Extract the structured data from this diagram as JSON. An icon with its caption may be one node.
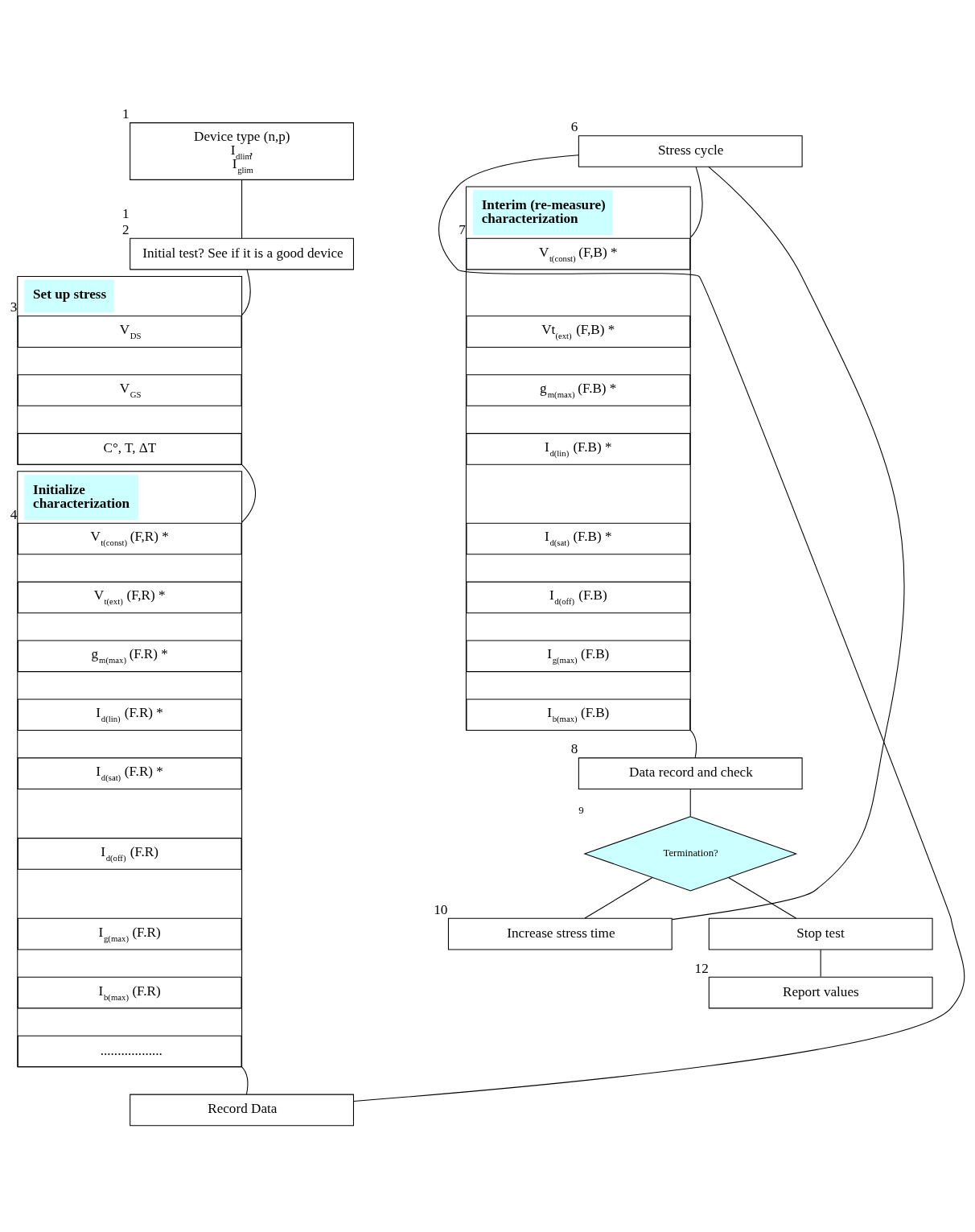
{
  "diagram": {
    "nodes": [
      {
        "text": [
          "Device type (n,p)",
          "I$_{dlim}$,",
          "I$_{glim}$"
        ],
        "beside": [
          "1"
        ]
      },
      {
        "text": [
          "Initial test? See if it is a good device"
        ],
        "beside": [
          "1",
          "2"
        ]
      },
      {
        "text": [
          "Set up stress"
        ],
        "beside": [
          "3"
        ]
      },
      {
        "text": [
          "V$_{DS}$"
        ],
        "in": 2
      },
      {
        "text": [
          "V$_{GS}$"
        ],
        "in": 2
      },
      {
        "text": [
          "C°, T, ΔT"
        ],
        "in": 2
      },
      {
        "text": [
          "Initialize characterization"
        ],
        "beside": [
          "4"
        ]
      },
      {
        "text": [
          "V$_{t(const)}$ (F,R) *"
        ],
        "in": 6
      },
      {
        "text": [
          "V$_{t(ext)}$ (F,R) *"
        ],
        "in": 6
      },
      {
        "text": [
          "g$_{m(max)}$ (F.R) *"
        ],
        "in": 6
      },
      {
        "text": [
          "I$_{d(lin)}$ (F.R) *"
        ],
        "in": 6
      },
      {
        "text": [
          "I$_{d(sat)}$ (F.R) *"
        ],
        "in": 6
      },
      {
        "text": [
          "I$_{d(off)}$ (F.R)"
        ],
        "in": 6
      },
      {
        "text": [
          "I$_{g(max)}$ (F.R)"
        ],
        "in": 6
      },
      {
        "text": [
          "I$_{b(max)}$ (F.R)"
        ],
        "in": 6
      },
      {
        "text": [
          ".................."
        ],
        "in": 6
      },
      {
        "text": [
          "Record Data"
        ]
      },
      {
        "text": [
          "Stress cycle"
        ],
        "beside": [
          "6"
        ]
      },
      {
        "text": [
          "Interim (re-measure) characterization"
        ],
        "beside": [
          "7"
        ]
      },
      {
        "text": [
          "V$_{t(const)}$ (F,B) *"
        ],
        "in": 18
      },
      {
        "text": [
          "Vt$_{(ext)}$ (F,B) *"
        ],
        "in": 18
      },
      {
        "text": [
          "g$_{m(max)}$ (F.B) *"
        ],
        "in": 18
      },
      {
        "text": [
          "I$_{d(lin)}$ (F.B) *"
        ],
        "in": 18
      },
      {
        "text": [
          "I$_{d(sat)}$ (F.B) *"
        ],
        "in": 18
      },
      {
        "text": [
          "I$_{d(off)}$ (F.B)"
        ],
        "in": 18
      },
      {
        "text": [
          "I$_{g(max)}$ (F.B)"
        ],
        "in": 18
      },
      {
        "text": [
          "I$_{b(max)}$ (F.B)"
        ],
        "in": 18
      },
      {
        "text": [
          "Data record and check"
        ],
        "beside": [
          "8"
        ]
      },
      {
        "text": [
          "Termination?"
        ],
        "beside": [
          "9"
        ]
      },
      {
        "text": [
          "Increase stress time"
        ],
        "beside": [
          "10"
        ]
      },
      {
        "text": [
          "Stop test"
        ]
      },
      {
        "text": [
          "Report values"
        ],
        "beside": [
          "12"
        ]
      }
    ],
    "edges": [
      {
        "from": 0,
        "to": 1,
        "arrow": "none"
      },
      {
        "from": 1,
        "to": 2,
        "arrow": "none"
      },
      {
        "from": 2,
        "to": 6,
        "arrow": "none"
      },
      {
        "from": 6,
        "to": 16,
        "arrow": "none"
      },
      {
        "from": 16,
        "to": 17,
        "arrow": "none"
      },
      {
        "from": 17,
        "to": 18,
        "arrow": "none"
      },
      {
        "from": 18,
        "to": 27,
        "arrow": "none"
      },
      {
        "from": 27,
        "to": 28,
        "arrow": "none"
      },
      {
        "from": 28,
        "to": 29,
        "arrow": "none"
      },
      {
        "from": 29,
        "to": 17,
        "arrow": "none"
      },
      {
        "from": 28,
        "to": 30,
        "arrow": "none"
      },
      {
        "from": 30,
        "to": 31,
        "arrow": "none"
      }
    ]
  }
}
